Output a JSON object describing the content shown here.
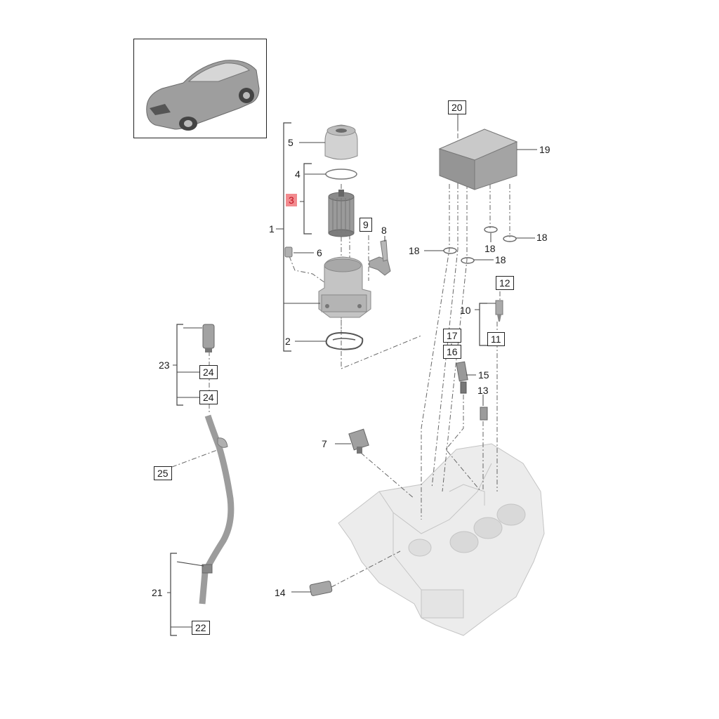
{
  "callouts": [
    {
      "id": "c1",
      "label": "1"
    },
    {
      "id": "c2",
      "label": "2"
    },
    {
      "id": "c3",
      "label": "3"
    },
    {
      "id": "c4",
      "label": "4"
    },
    {
      "id": "c5",
      "label": "5"
    },
    {
      "id": "c6",
      "label": "6"
    },
    {
      "id": "c7",
      "label": "7"
    },
    {
      "id": "c8",
      "label": "8"
    },
    {
      "id": "c9",
      "label": "9"
    },
    {
      "id": "c10",
      "label": "10"
    },
    {
      "id": "c11",
      "label": "11"
    },
    {
      "id": "c12",
      "label": "12"
    },
    {
      "id": "c13",
      "label": "13"
    },
    {
      "id": "c14",
      "label": "14"
    },
    {
      "id": "c15",
      "label": "15"
    },
    {
      "id": "c16",
      "label": "16"
    },
    {
      "id": "c17",
      "label": "17"
    },
    {
      "id": "c18a",
      "label": "18"
    },
    {
      "id": "c18b",
      "label": "18"
    },
    {
      "id": "c18c",
      "label": "18"
    },
    {
      "id": "c18d",
      "label": "18"
    },
    {
      "id": "c19",
      "label": "19"
    },
    {
      "id": "c20",
      "label": "20"
    },
    {
      "id": "c21",
      "label": "21"
    },
    {
      "id": "c22",
      "label": "22"
    },
    {
      "id": "c23",
      "label": "23"
    },
    {
      "id": "c24a",
      "label": "24"
    },
    {
      "id": "c24b",
      "label": "24"
    },
    {
      "id": "c25",
      "label": "25"
    }
  ],
  "highlighted_callout": "3",
  "colors": {
    "highlight_fill": "#f28b8f",
    "highlight_text": "#c01020",
    "line": "#444444",
    "part_gray": "#c8c8c8"
  }
}
